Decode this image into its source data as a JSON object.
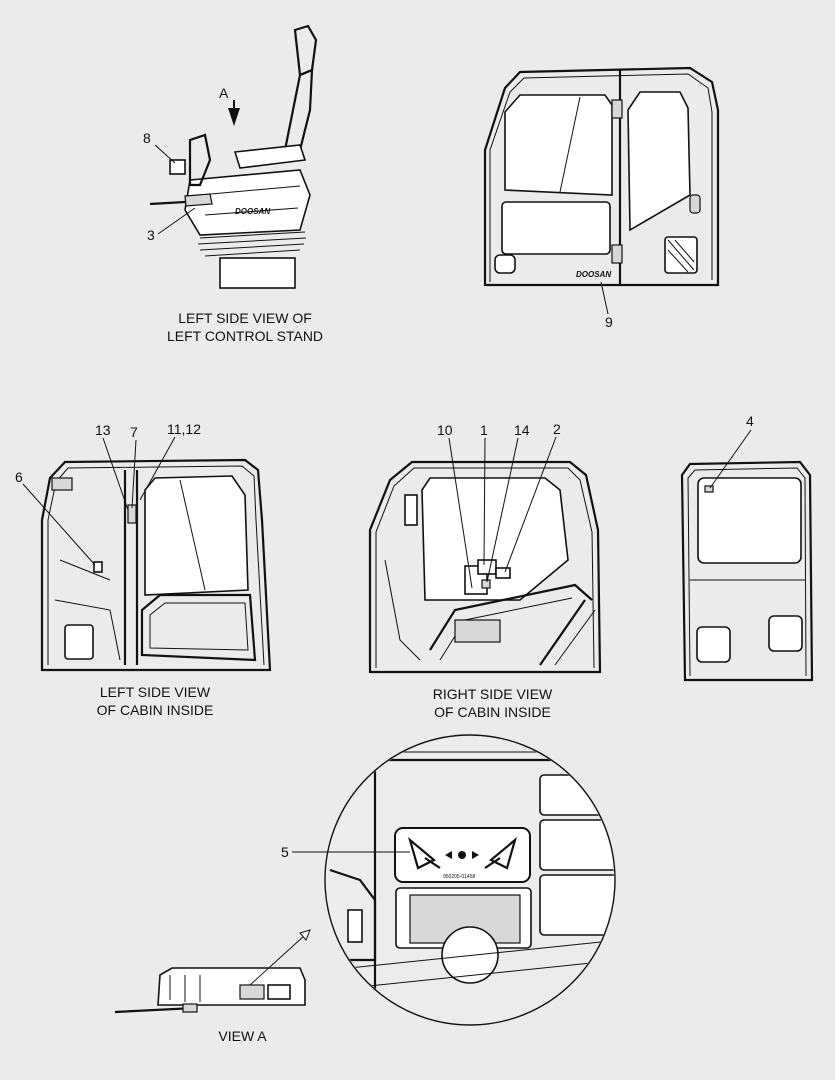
{
  "view_marker": "A",
  "callouts": {
    "c1": "1",
    "c2": "2",
    "c3": "3",
    "c4": "4",
    "c5": "5",
    "c6": "6",
    "c7": "7",
    "c8": "8",
    "c9": "9",
    "c10": "10",
    "c11_12": "11,12",
    "c13": "13",
    "c14": "14"
  },
  "brand_text": "DOOSAN",
  "decal_code": "950205-01458",
  "captions": {
    "control_stand": [
      "LEFT SIDE VIEW OF",
      "LEFT CONTROL STAND"
    ],
    "cabin_left": [
      "LEFT SIDE VIEW",
      "OF CABIN INSIDE"
    ],
    "cabin_right": [
      "RIGHT SIDE VIEW",
      "OF CABIN INSIDE"
    ],
    "view_a": "VIEW  A"
  }
}
